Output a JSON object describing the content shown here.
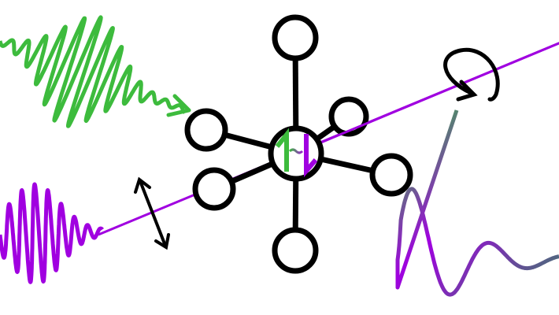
{
  "colors": {
    "green": "#3dbb3d",
    "purple": "#a000e0",
    "teal": "#4a7a6a",
    "black": "#000000"
  },
  "icons": [
    "green-wave-packet",
    "purple-wave-packet",
    "molecule-node-graph",
    "spin-up-arrow",
    "spin-down-arrow",
    "polarization-double-arrow",
    "rotation-ellipse-arrow",
    "damped-oscillation-signal"
  ]
}
